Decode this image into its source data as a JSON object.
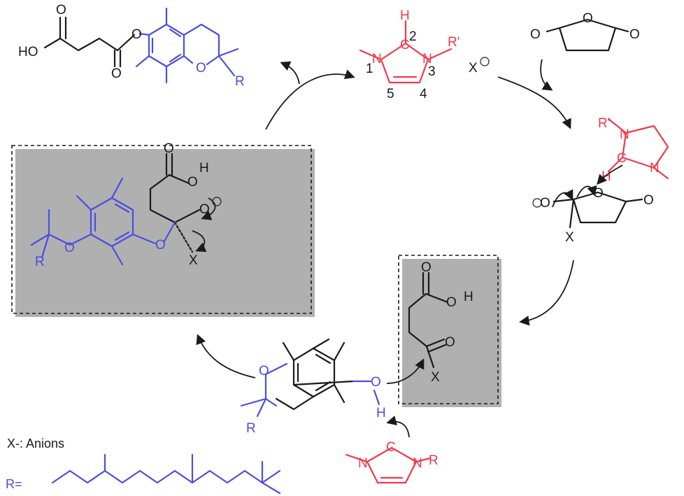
{
  "legend": {
    "anions": "X-: Anions",
    "r_label": "R="
  },
  "atom_labels": {
    "hydroxyl": "HO",
    "oxygen": "O",
    "hydrogen": "H",
    "nitrogen": "N",
    "carbon": "C",
    "r": "R",
    "r_prime": "R'",
    "x": "X",
    "anion": "X",
    "ring_pos_1": "1",
    "ring_pos_2": "2",
    "ring_pos_3": "3",
    "ring_pos_4": "4",
    "ring_pos_5": "5"
  },
  "colors": {
    "tocopherol": "#4a4ee0",
    "imidazolium": "#ee3b4b",
    "reagent": "#1a1a1a"
  }
}
